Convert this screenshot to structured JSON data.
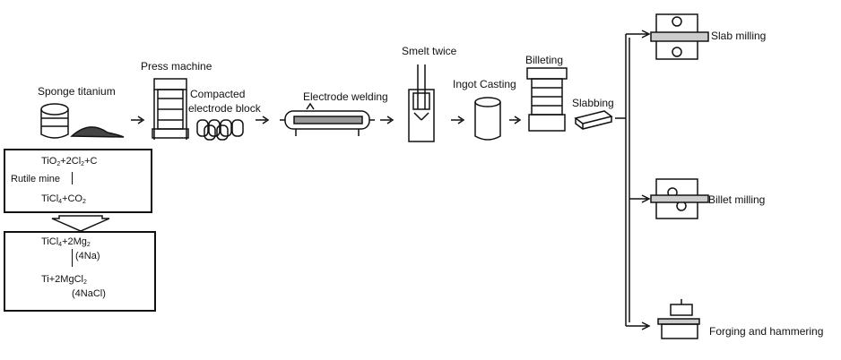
{
  "stages": {
    "sponge": "Sponge titanium",
    "press": "Press machine",
    "compacted_l1": "Compacted",
    "compacted_l2": "electrode block",
    "welding": "Electrode welding",
    "smelt": "Smelt twice",
    "ingot": "Ingot Casting",
    "billeting": "Billeting",
    "slabbing": "Slabbing",
    "slab_milling": "Slab milling",
    "billet_milling": "Billet milling",
    "forging": "Forging and hammering"
  },
  "box1": {
    "eq1_a": "TiO",
    "eq1_s1": "2",
    "eq1_b": "+2Cl",
    "eq1_s2": "2",
    "eq1_c": "+C",
    "mine": "Rutile mine",
    "eq2_a": "TiCl",
    "eq2_s1": "4",
    "eq2_b": "+CO",
    "eq2_s2": "2"
  },
  "box2": {
    "eq1_a": "TiCl",
    "eq1_s1": "4",
    "eq1_b": "+2Mg",
    "eq1_s2": "2",
    "alt1": "(4Na)",
    "eq2_a": "Ti+2MgCl",
    "eq2_s1": "2",
    "alt2": "(4NaCl)"
  }
}
